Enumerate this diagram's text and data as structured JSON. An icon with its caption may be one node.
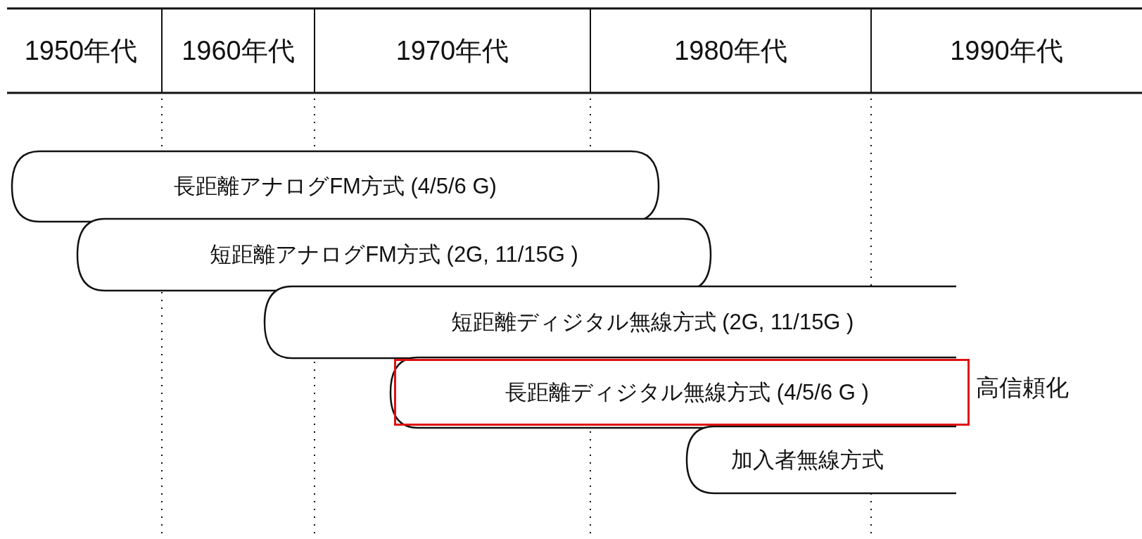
{
  "diagram": {
    "nodes": [
      {
        "text": [
          "長距離アナログFM方式 (4/5/6 G)"
        ]
      },
      {
        "text": [
          "短距離アナログFM方式 (2G, 11/15G )"
        ]
      },
      {
        "text": [
          "短距離ディジタル無線方式 (2G, 11/15G )"
        ]
      },
      {
        "text": [
          "長距離ディジタル無線方式 (4/5/6 G )"
        ],
        "beside": [
          "高信頼化"
        ]
      },
      {
        "text": [
          "加入者無線方式"
        ]
      }
    ],
    "labels": [
      "1950年代",
      "1960年代",
      "1970年代",
      "1980年代",
      "1990年代"
    ]
  }
}
